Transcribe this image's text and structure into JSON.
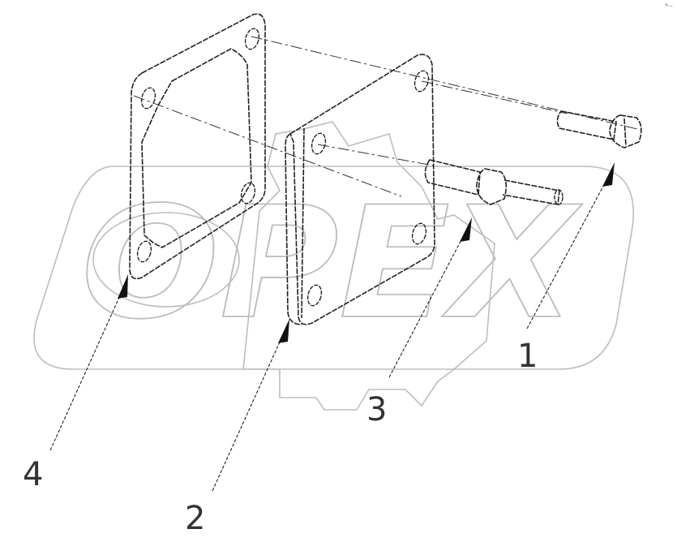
{
  "watermark": {
    "text": "OPEX",
    "color": "#bdbdbd"
  },
  "corner_mark": "*--",
  "callouts": [
    {
      "label": "1",
      "part": "bolt"
    },
    {
      "label": "2",
      "part": "cover-plate"
    },
    {
      "label": "3",
      "part": "stud"
    },
    {
      "label": "4",
      "part": "gasket"
    }
  ],
  "line_color": "#222222"
}
